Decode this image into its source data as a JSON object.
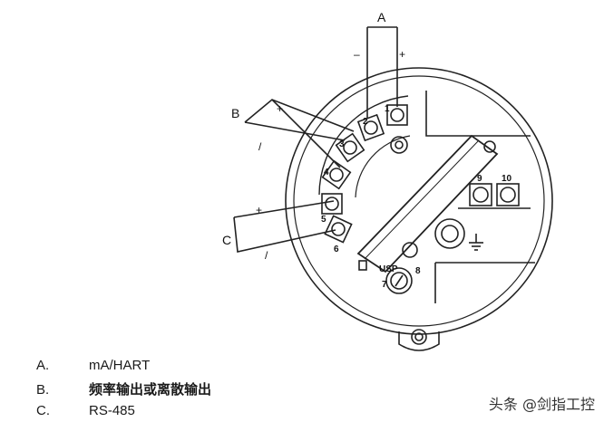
{
  "diagram": {
    "label_a": "A",
    "label_b": "B",
    "label_c": "C",
    "plus": "+",
    "minus": "–",
    "slash": "/",
    "terminals": [
      "1",
      "2",
      "3",
      "4",
      "5",
      "6",
      "7",
      "8",
      "9",
      "10"
    ],
    "usp": "USP"
  },
  "legend": [
    {
      "key": "A.",
      "value": "mA/HART"
    },
    {
      "key": "B.",
      "value": "频率输出或离散输出"
    },
    {
      "key": "C.",
      "value": "RS-485"
    }
  ],
  "watermark": "头条 @剑指工控"
}
